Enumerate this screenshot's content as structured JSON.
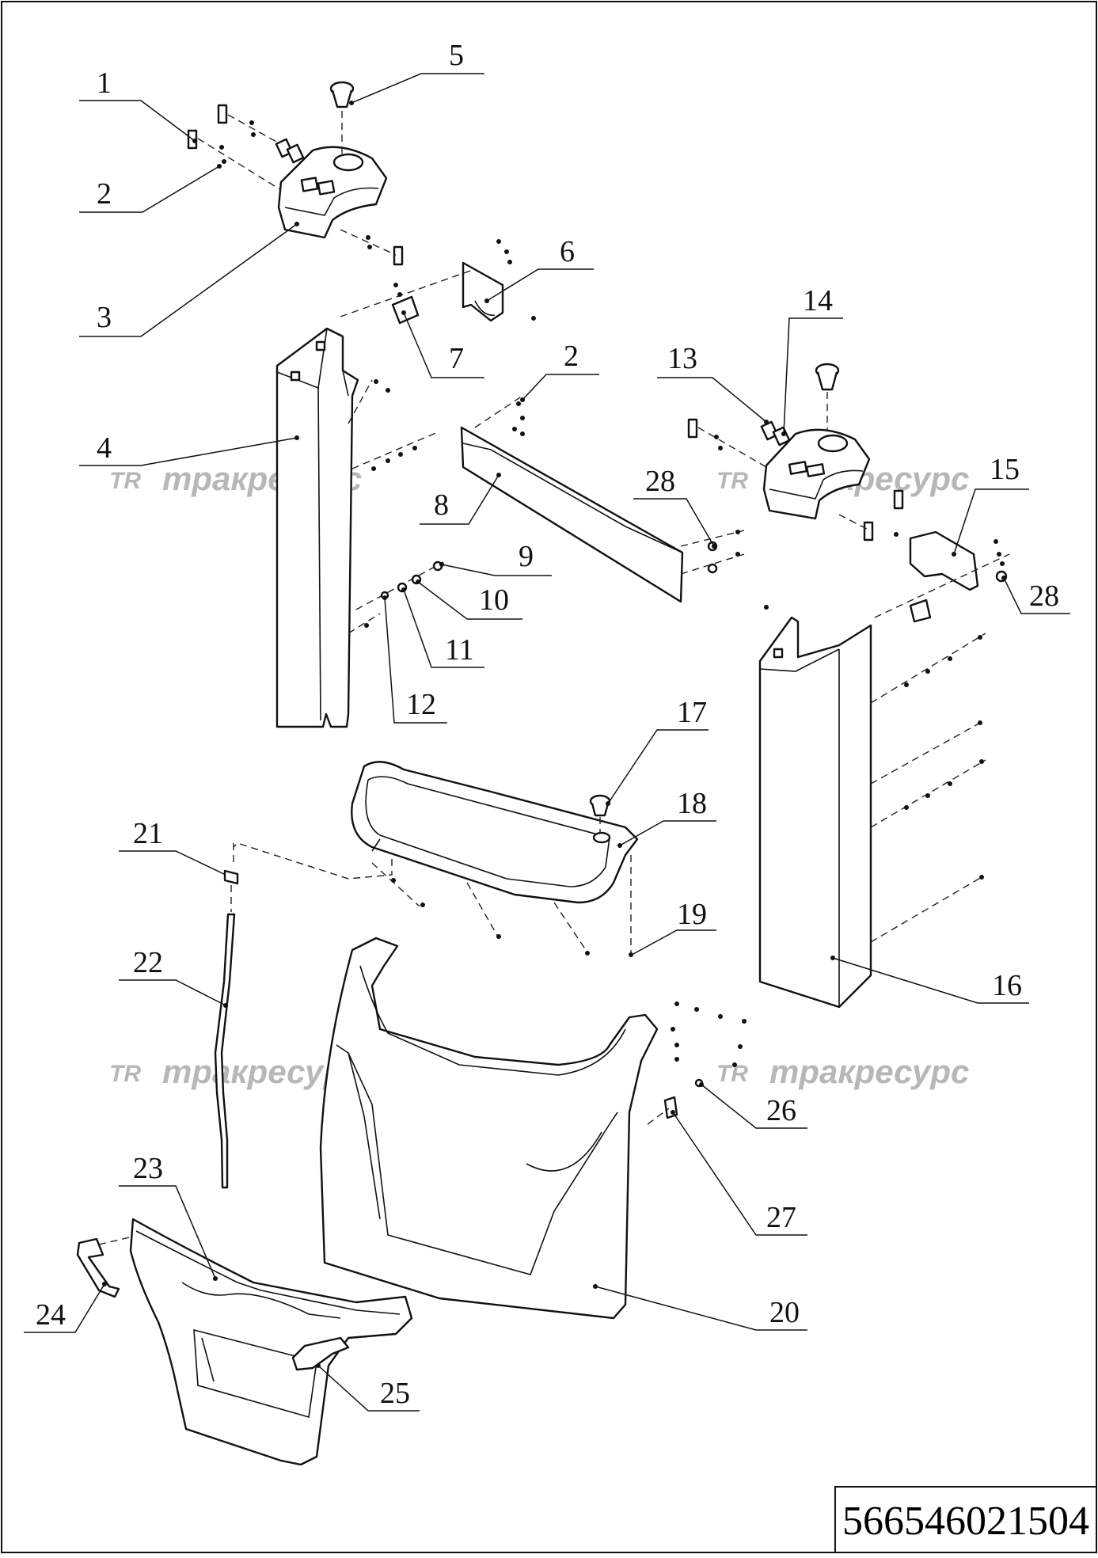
{
  "drawing": {
    "code": "566546021504",
    "watermark_text": "тракресурс",
    "watermark_logo": "TR",
    "callouts": [
      {
        "id": "c1",
        "label": "1"
      },
      {
        "id": "c2a",
        "label": "2"
      },
      {
        "id": "c3",
        "label": "3"
      },
      {
        "id": "c4",
        "label": "4"
      },
      {
        "id": "c5",
        "label": "5"
      },
      {
        "id": "c6",
        "label": "6"
      },
      {
        "id": "c7",
        "label": "7"
      },
      {
        "id": "c2b",
        "label": "2"
      },
      {
        "id": "c8",
        "label": "8"
      },
      {
        "id": "c9",
        "label": "9"
      },
      {
        "id": "c10",
        "label": "10"
      },
      {
        "id": "c11",
        "label": "11"
      },
      {
        "id": "c12",
        "label": "12"
      },
      {
        "id": "c13",
        "label": "13"
      },
      {
        "id": "c14",
        "label": "14"
      },
      {
        "id": "c15",
        "label": "15"
      },
      {
        "id": "c16",
        "label": "16"
      },
      {
        "id": "c17",
        "label": "17"
      },
      {
        "id": "c18",
        "label": "18"
      },
      {
        "id": "c19",
        "label": "19"
      },
      {
        "id": "c20",
        "label": "20"
      },
      {
        "id": "c21",
        "label": "21"
      },
      {
        "id": "c22",
        "label": "22"
      },
      {
        "id": "c23",
        "label": "23"
      },
      {
        "id": "c24",
        "label": "24"
      },
      {
        "id": "c25",
        "label": "25"
      },
      {
        "id": "c26",
        "label": "26"
      },
      {
        "id": "c27",
        "label": "27"
      },
      {
        "id": "c28a",
        "label": "28"
      },
      {
        "id": "c28b",
        "label": "28"
      }
    ]
  }
}
